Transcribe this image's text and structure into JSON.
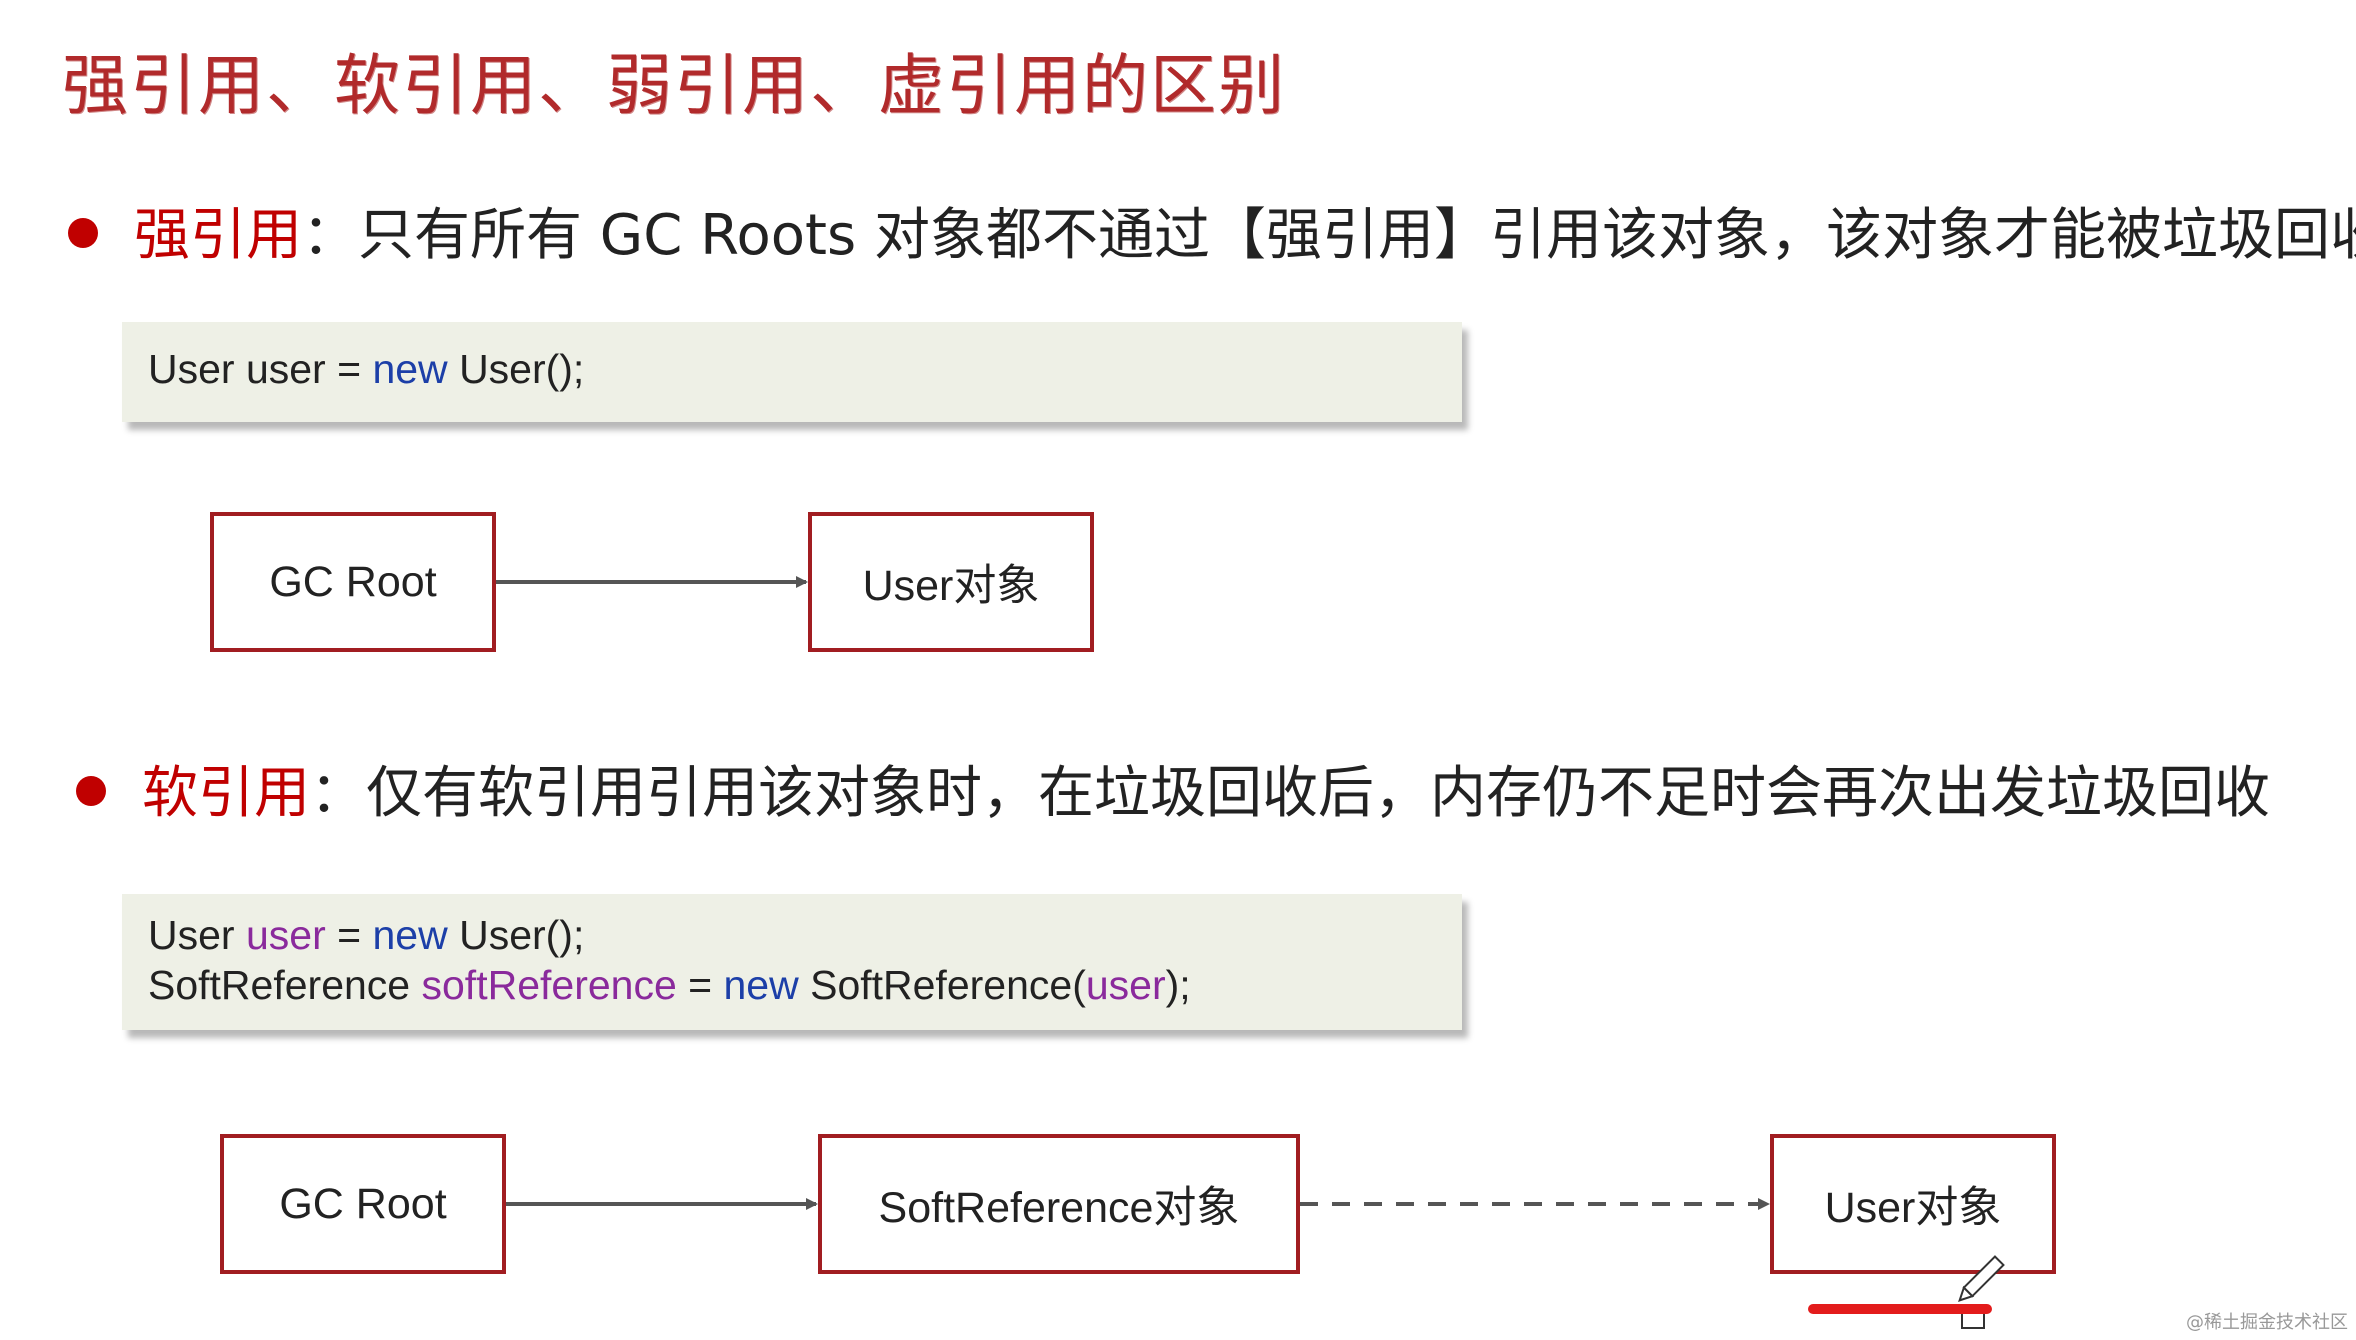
{
  "title": "强引用、软引用、弱引用、虚引用的区别",
  "strong": {
    "keyword": "强引用",
    "description": "：只有所有 GC Roots 对象都不通过【强引用】引用该对象，该对象才能被垃圾回收",
    "code": {
      "line1": {
        "p1": "User user = ",
        "new": "new",
        "p2": " User();"
      }
    },
    "diagram": {
      "gc_root": "GC Root",
      "user_obj": "User对象"
    }
  },
  "soft": {
    "keyword": "软引用",
    "description": "：仅有软引用引用该对象时，在垃圾回收后，内存仍不足时会再次出发垃圾回收",
    "code": {
      "line1": {
        "p1": "User ",
        "var": "user",
        "p2": " = ",
        "new": "new",
        "p3": " User();"
      },
      "line2": {
        "p1": "SoftReference ",
        "var": "softReference",
        "p2": " = ",
        "new": "new",
        "p3": " SoftReference(",
        "arg": "user",
        "p4": ");"
      }
    },
    "diagram": {
      "gc_root": "GC Root",
      "soft_obj": "SoftReference对象",
      "user_obj": "User对象"
    }
  },
  "watermark": "@稀土掘金技术社区",
  "colors": {
    "accent": "#c00000",
    "box_border": "#a11d21",
    "code_bg": "#eef0e6",
    "keyword_new": "#1c3fa8",
    "variable": "#8a2a9c"
  }
}
